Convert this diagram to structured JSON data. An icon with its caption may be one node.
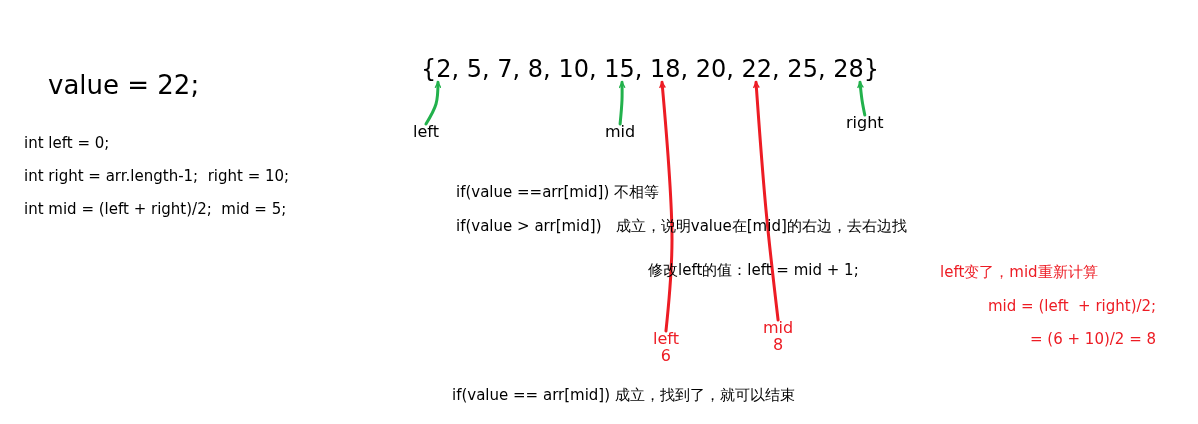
{
  "diagram": {
    "nodes": [
      {
        "text": [
          "{2, 5, 7, 8, 10, 15, 18, 20, 22, 25, 28}"
        ]
      },
      {
        "text": [
          "left"
        ]
      },
      {
        "text": [
          "mid"
        ]
      },
      {
        "text": [
          "right"
        ]
      },
      {
        "text": [
          "left",
          "6"
        ]
      },
      {
        "text": [
          "mid",
          "8"
        ]
      }
    ],
    "edges": [
      {
        "from": 1,
        "to": 0,
        "arrow": "to"
      },
      {
        "from": 2,
        "to": 0,
        "arrow": "to"
      },
      {
        "from": 3,
        "to": 0,
        "arrow": "to"
      },
      {
        "from": 4,
        "to": 0,
        "arrow": "to",
        "color": "#ed1c24"
      },
      {
        "from": 5,
        "to": 0,
        "arrow": "to",
        "color": "#ed1c24"
      }
    ],
    "labels": [
      "value = 22;",
      "int left = 0;",
      "int right = arr.length-1;  right = 10;",
      "int mid = (left + right)/2;  mid = 5;",
      "if(value ==arr[mid]) 不相等",
      "if(value > arr[mid])   成立，说明value在[mid]的右边，去右边找",
      "修改left的值：left = mid + 1;",
      "left变了，mid重新计算",
      "mid = (left  + right)/2;",
      "= (6 + 10)/2 = 8",
      "if(value == arr[mid]) 成立，找到了，就可以结束"
    ]
  }
}
